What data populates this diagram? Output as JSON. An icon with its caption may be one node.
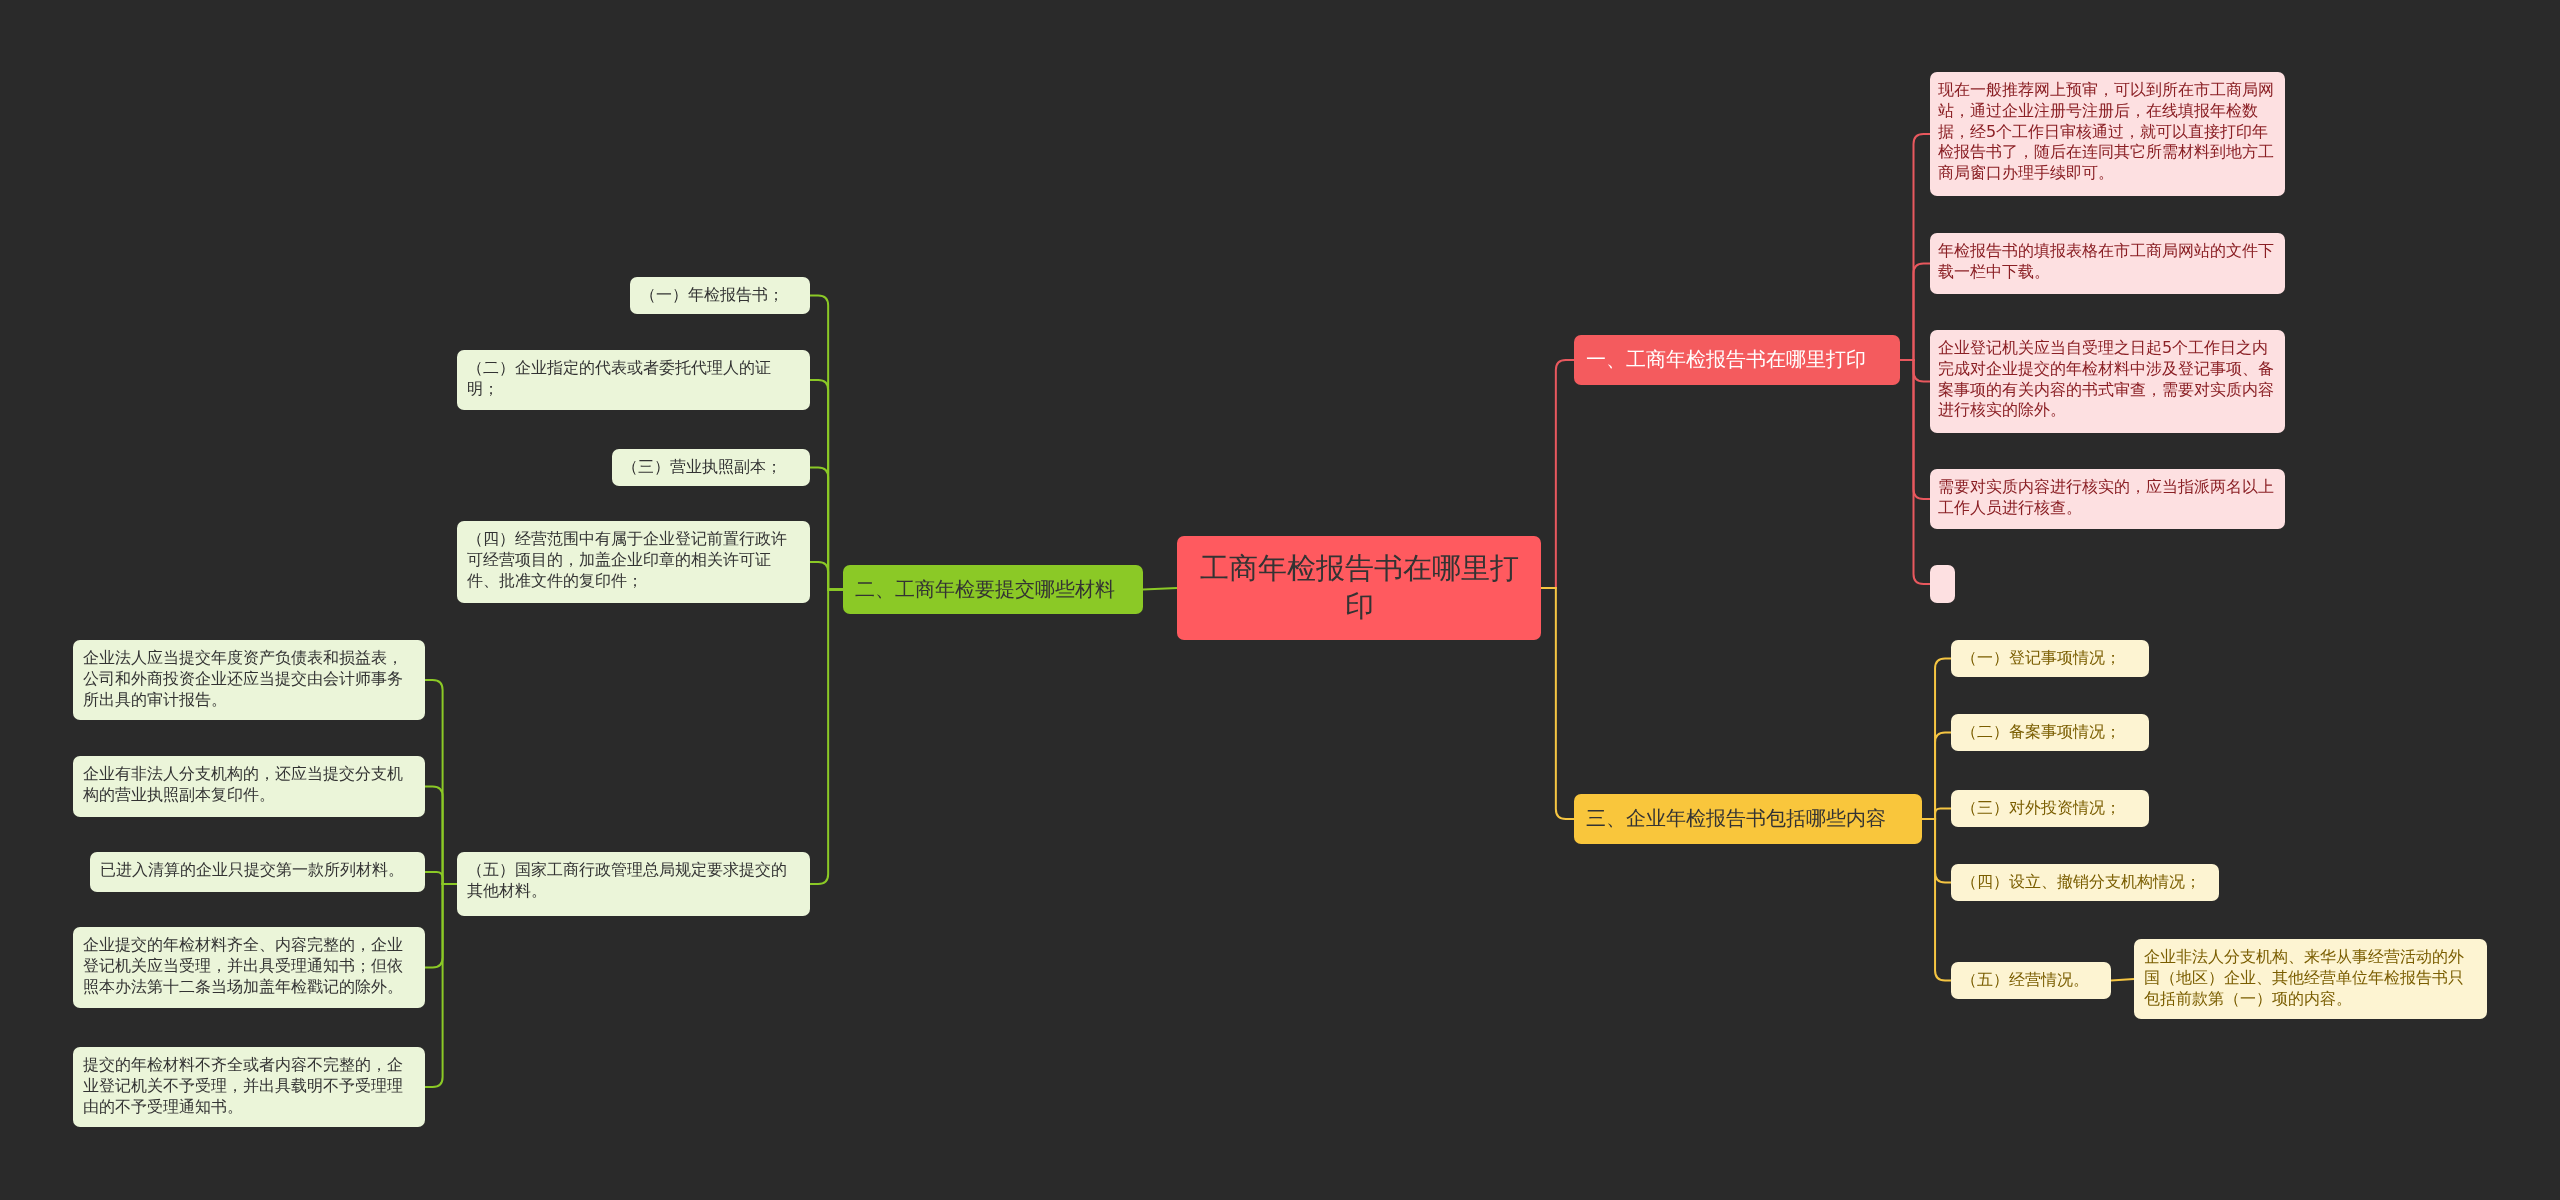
{
  "diagram": {
    "nodes": [
      {
        "text": [
          "工商年检报告书在哪里打印"
        ]
      },
      {
        "text": [
          "一、工商年检报告书在哪里打印"
        ]
      },
      {
        "text": [
          "现在一般推荐网上预审，可以到所在市工商局网站，通过企业注册号注册后，在线填报年检数据，经5个工作日审核通过，就可以直接打印年检报告书了，随后在连同其它所需材料到地方工商局窗口办理手续即可。"
        ]
      },
      {
        "text": [
          "年检报告书的填报表格在市工商局网站的文件下载一栏中下载。"
        ]
      },
      {
        "text": [
          "企业登记机关应当自受理之日起5个工作日之内完成对企业提交的年检材料中涉及登记事项、备案事项的有关内容的书式审查，需要对实质内容进行核实的除外。"
        ]
      },
      {
        "text": [
          "需要对实质内容进行核实的，应当指派两名以上工作人员进行核查。"
        ]
      },
      {
        "text": [],
        "shape": "box"
      },
      {
        "text": [
          "二、工商年检要提交哪些材料"
        ]
      },
      {
        "text": [
          "（一）年检报告书；"
        ]
      },
      {
        "text": [
          "（二）企业指定的代表或者委托代理人的证明；"
        ]
      },
      {
        "text": [
          "（三）营业执照副本；"
        ]
      },
      {
        "text": [
          "（四）经营范围中有属于企业登记前置行政许可经营项目的，加盖企业印章的相关许可证件、批准文件的复印件；"
        ]
      },
      {
        "text": [
          "（五）国家工商行政管理总局规定要求提交的其他材料。"
        ]
      },
      {
        "text": [
          "企业法人应当提交年度资产负债表和损益表，公司和外商投资企业还应当提交由会计师事务所出具的审计报告。"
        ]
      },
      {
        "text": [
          "企业有非法人分支机构的，还应当提交分支机构的营业执照副本复印件。"
        ]
      },
      {
        "text": [
          "已进入清算的企业只提交第一款所列材料。"
        ]
      },
      {
        "text": [
          "企业提交的年检材料齐全、内容完整的，企业登记机关应当受理，并出具受理通知书；但依照本办法第十二条当场加盖年检戳记的除外。"
        ]
      },
      {
        "text": [
          "提交的年检材料不齐全或者内容不完整的，企业登记机关不予受理，并出具载明不予受理理由的不予受理通知书。"
        ]
      },
      {
        "text": [
          "三、企业年检报告书包括哪些内容"
        ]
      },
      {
        "text": [
          "（一）登记事项情况；"
        ]
      },
      {
        "text": [
          "（二）备案事项情况；"
        ]
      },
      {
        "text": [
          "（三）对外投资情况；"
        ]
      },
      {
        "text": [
          "（四）设立、撤销分支机构情况；"
        ]
      },
      {
        "text": [
          "（五）经营情况。"
        ]
      },
      {
        "text": [
          "企业非法人分支机构、来华从事经营活动的外国（地区）企业、其他经营单位年检报告书只包括前款第（一）项的内容。"
        ]
      }
    ],
    "edges": [
      {
        "from": 0,
        "to": 1,
        "arrow": "none",
        "color": "#e8585e"
      },
      {
        "from": 1,
        "to": 2,
        "arrow": "none",
        "color": "#e8585e"
      },
      {
        "from": 1,
        "to": 3,
        "arrow": "none",
        "color": "#e8585e"
      },
      {
        "from": 1,
        "to": 4,
        "arrow": "none",
        "color": "#e8585e"
      },
      {
        "from": 1,
        "to": 5,
        "arrow": "none",
        "color": "#e8585e"
      },
      {
        "from": 1,
        "to": 6,
        "arrow": "none",
        "color": "#e8585e"
      },
      {
        "from": 0,
        "to": 7,
        "arrow": "none"
      },
      {
        "from": 7,
        "to": 8,
        "arrow": "none"
      },
      {
        "from": 7,
        "to": 9,
        "arrow": "none"
      },
      {
        "from": 7,
        "to": 10,
        "arrow": "none"
      },
      {
        "from": 7,
        "to": 11,
        "arrow": "none"
      },
      {
        "from": 7,
        "to": 12,
        "arrow": "none"
      },
      {
        "from": 12,
        "to": 13,
        "arrow": "none"
      },
      {
        "from": 12,
        "to": 14,
        "arrow": "none"
      },
      {
        "from": 12,
        "to": 15,
        "arrow": "none"
      },
      {
        "from": 12,
        "to": 16,
        "arrow": "none"
      },
      {
        "from": 12,
        "to": 17,
        "arrow": "none"
      },
      {
        "from": 0,
        "to": 18,
        "arrow": "none",
        "color": "#f5c542"
      },
      {
        "from": 18,
        "to": 19,
        "arrow": "none",
        "color": "#f5c542"
      },
      {
        "from": 18,
        "to": 20,
        "arrow": "none",
        "color": "#f5c542"
      },
      {
        "from": 18,
        "to": 21,
        "arrow": "none",
        "color": "#f5c542"
      },
      {
        "from": 18,
        "to": 22,
        "arrow": "none",
        "color": "#f5c542"
      },
      {
        "from": 18,
        "to": 23,
        "arrow": "none",
        "color": "#f5c542"
      },
      {
        "from": 23,
        "to": 24,
        "arrow": "none",
        "color": "#f5c542"
      }
    ]
  }
}
